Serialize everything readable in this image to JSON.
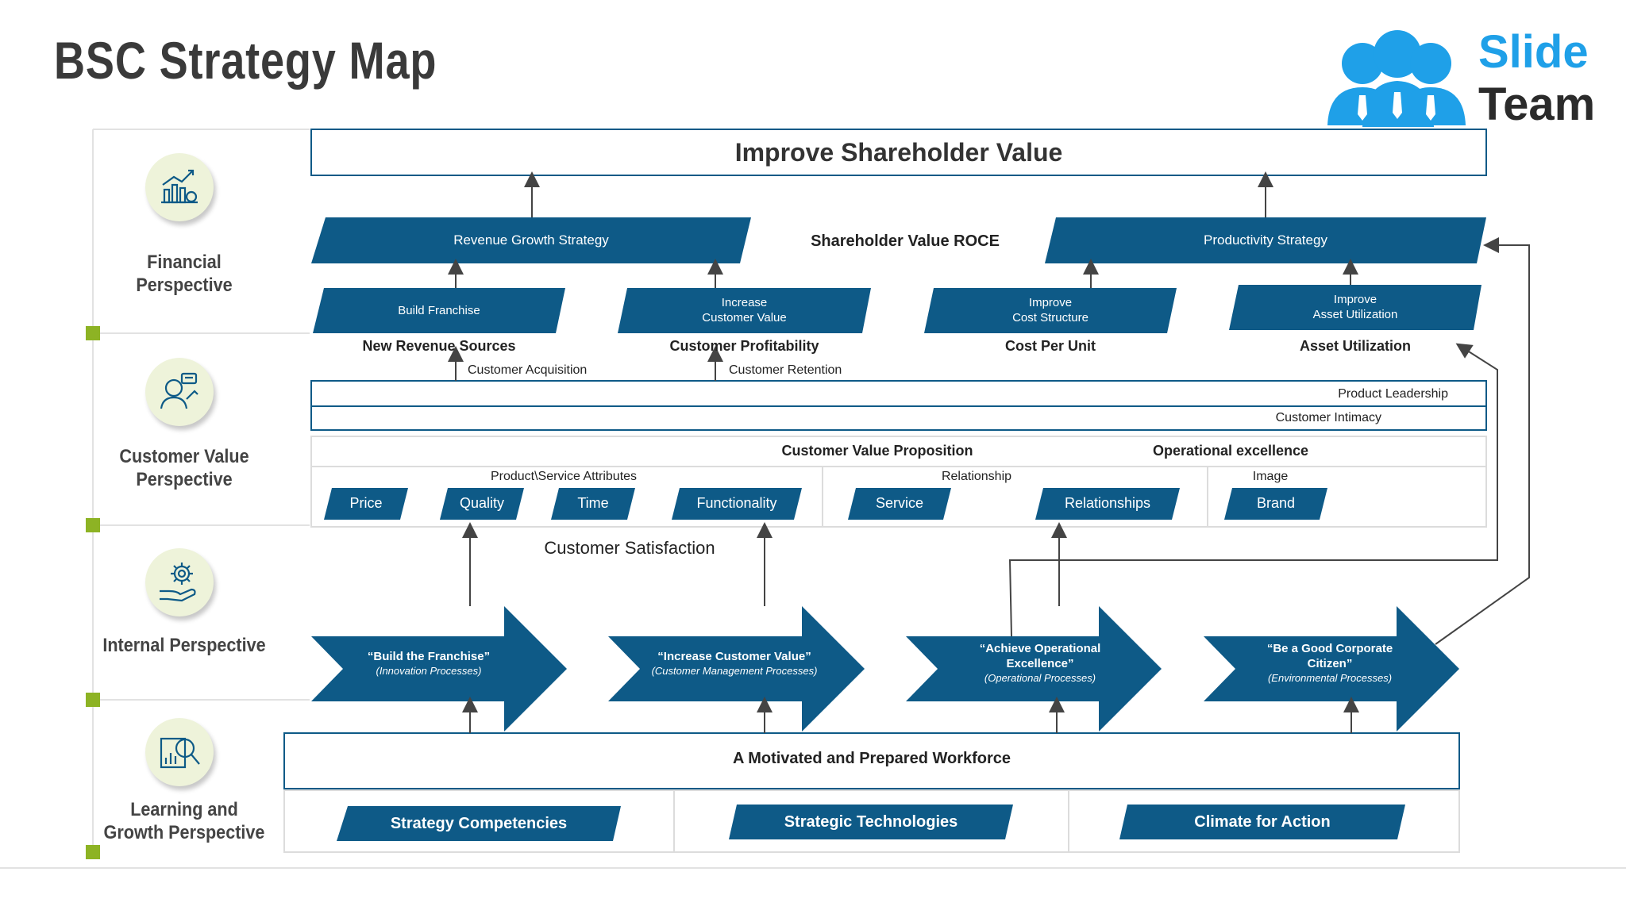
{
  "title": "BSC Strategy Map",
  "logo": {
    "line1": "Slide",
    "line2": "Team"
  },
  "colors": {
    "primary": "#0e5a87",
    "accent": "#8db324",
    "logo_blue": "#1fa0e8",
    "circle_bg": "#eef3da"
  },
  "perspectives": [
    {
      "label": "Financial Perspective",
      "icon": "financial-growth-icon"
    },
    {
      "label": "Customer Value Perspective",
      "icon": "customer-support-icon"
    },
    {
      "label": "Internal Perspective",
      "icon": "gear-hand-icon"
    },
    {
      "label": "Learning and Growth Perspective",
      "icon": "research-magnifier-icon"
    }
  ],
  "financial": {
    "top_goal": "Improve Shareholder Value",
    "center_label": "Shareholder Value ROCE",
    "strategies": [
      "Revenue Growth Strategy",
      "Productivity Strategy"
    ],
    "objectives": [
      {
        "label": "Build Franchise",
        "measure": "New Revenue Sources",
        "sub": "Customer Acquisition"
      },
      {
        "label": "Increase\nCustomer Value",
        "measure": "Customer Profitability",
        "sub": "Customer Retention"
      },
      {
        "label": "Improve\nCost Structure",
        "measure": "Cost Per Unit"
      },
      {
        "label": "Improve\nAsset Utilization",
        "measure": "Asset Utilization"
      }
    ]
  },
  "customer": {
    "band1": "Product Leadership",
    "band2": "Customer Intimacy",
    "value_proposition": "Customer Value Proposition",
    "operational": "Operational excellence",
    "groups": [
      "Product\\Service Attributes",
      "Relationship",
      "Image"
    ],
    "attributes": [
      "Price",
      "Quality",
      "Time",
      "Functionality",
      "Service",
      "Relationships",
      "Brand"
    ],
    "satisfaction": "Customer Satisfaction"
  },
  "internal": {
    "arrows": [
      {
        "title": "“Build the Franchise”",
        "sub": "(Innovation Processes)"
      },
      {
        "title": "“Increase Customer Value”",
        "sub": "(Customer Management Processes)"
      },
      {
        "title": "“Achieve Operational Excellence”",
        "sub": "(Operational Processes)"
      },
      {
        "title": "“Be a Good Corporate Citizen”",
        "sub": "(Environmental Processes)"
      }
    ]
  },
  "learning": {
    "workforce": "A Motivated and Prepared Workforce",
    "items": [
      "Strategy Competencies",
      "Strategic Technologies",
      "Climate for Action"
    ]
  }
}
